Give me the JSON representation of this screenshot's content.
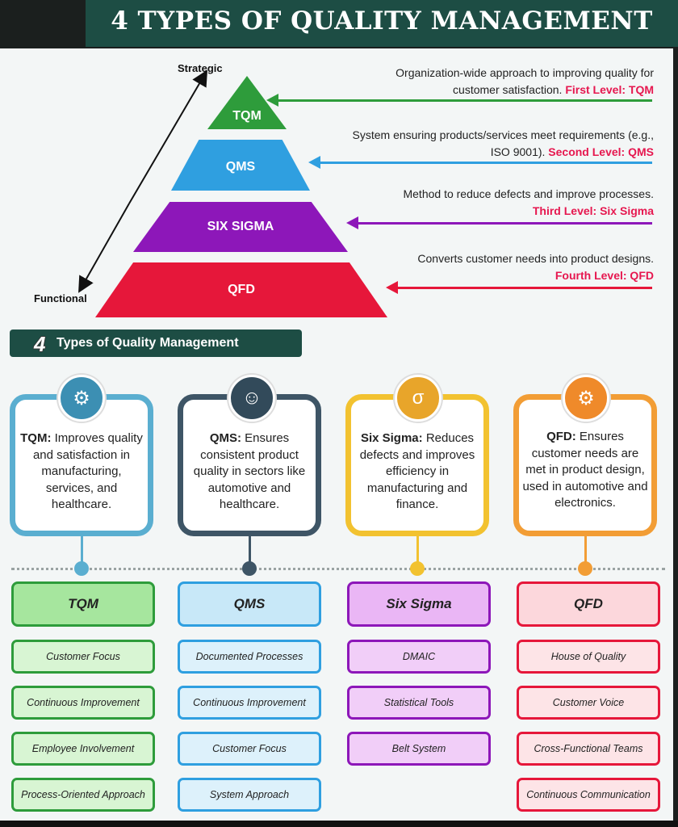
{
  "title": "4 TYPES OF QUALITY MANAGEMENT",
  "axis": {
    "top_label": "Strategic",
    "bottom_label": "Functional"
  },
  "colors": {
    "tqm": "#2e9c3b",
    "qms": "#2f9fe0",
    "six_sigma": "#8d17b9",
    "qfd": "#e6173a",
    "level_text": "#e6174f",
    "header": "#1d4d44"
  },
  "pyramid": [
    {
      "label": "TQM",
      "desc": "Organization-wide approach to improving quality for customer satisfaction.",
      "level": "First Level: TQM"
    },
    {
      "label": "QMS",
      "desc": "System ensuring products/services meet requirements (e.g., ISO 9001).",
      "level": "Second Level: QMS"
    },
    {
      "label": "SIX SIGMA",
      "desc": "Method to reduce defects and improve processes.",
      "level": "Third Level: Six Sigma"
    },
    {
      "label": "QFD",
      "desc": "Converts customer needs into product designs.",
      "level": "Fourth Level: QFD"
    }
  ],
  "section": {
    "number": "4",
    "title": "Types of Quality Management"
  },
  "cards": [
    {
      "name": "TQM:",
      "text": "Improves quality and satisfaction in manufacturing, services, and healthcare.",
      "icon": "hands-gear-icon"
    },
    {
      "name": "QMS:",
      "text": "Ensures consistent product quality in sectors like automotive and healthcare.",
      "icon": "person-laptop-icon"
    },
    {
      "name": "Six Sigma:",
      "text": "Reduces defects and improves efficiency in manufacturing and finance.",
      "icon": "six-sigma-gears-icon"
    },
    {
      "name": "QFD:",
      "text": "Ensures customer needs are met in product design, used in automotive and electronics.",
      "icon": "gear-circuit-icon"
    }
  ],
  "columns": [
    {
      "title": "TQM",
      "items": [
        "Customer Focus",
        "Continuous Improvement",
        "Employee Involvement",
        "Process-Oriented Approach"
      ]
    },
    {
      "title": "QMS",
      "items": [
        "Documented Processes",
        "Continuous Improvement",
        "Customer Focus",
        "System Approach"
      ]
    },
    {
      "title": "Six Sigma",
      "items": [
        "DMAIC",
        "Statistical Tools",
        "Belt System"
      ]
    },
    {
      "title": "QFD",
      "items": [
        "House of Quality",
        "Customer Voice",
        "Cross-Functional Teams",
        "Continuous Communication"
      ]
    }
  ]
}
